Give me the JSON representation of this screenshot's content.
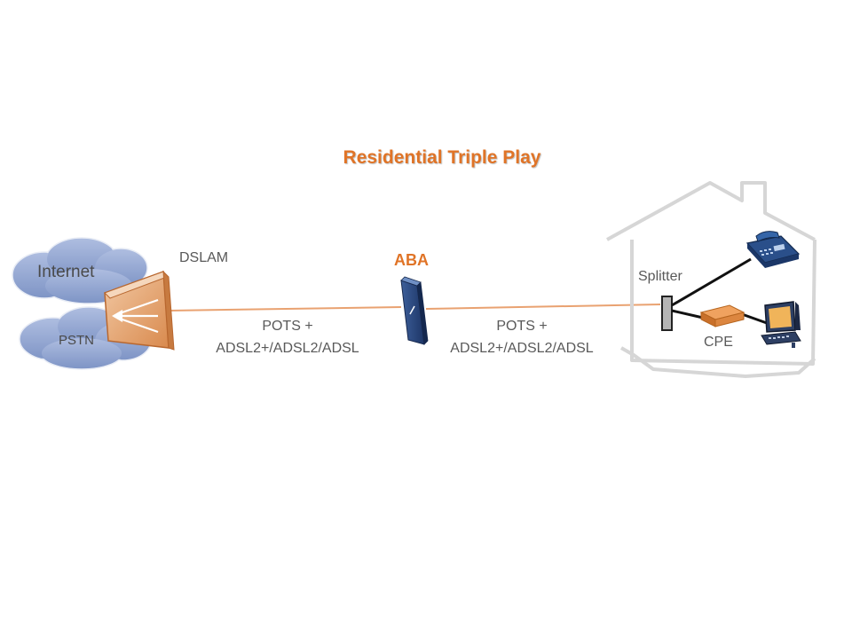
{
  "title": "Residential Triple Play",
  "colors": {
    "accent": "#e07427",
    "cloud": "#8fa4cf",
    "house_outline": "#d4d4d4",
    "line": "#e9a271",
    "label_text": "#595959"
  },
  "nodes": {
    "internet": "Internet",
    "pstn": "PSTN",
    "dslam": "DSLAM",
    "aba": "ABA",
    "splitter": "Splitter",
    "cpe": "CPE"
  },
  "links": {
    "left": {
      "line1": "POTS +",
      "line2": "ADSL2+/ADSL2/ADSL"
    },
    "right": {
      "line1": "POTS +",
      "line2": "ADSL2+/ADSL2/ADSL"
    }
  },
  "icons": [
    "cloud-icon",
    "dslam-icon",
    "aba-device-icon",
    "house-icon",
    "splitter-icon",
    "phone-icon",
    "cpe-modem-icon",
    "computer-icon"
  ]
}
